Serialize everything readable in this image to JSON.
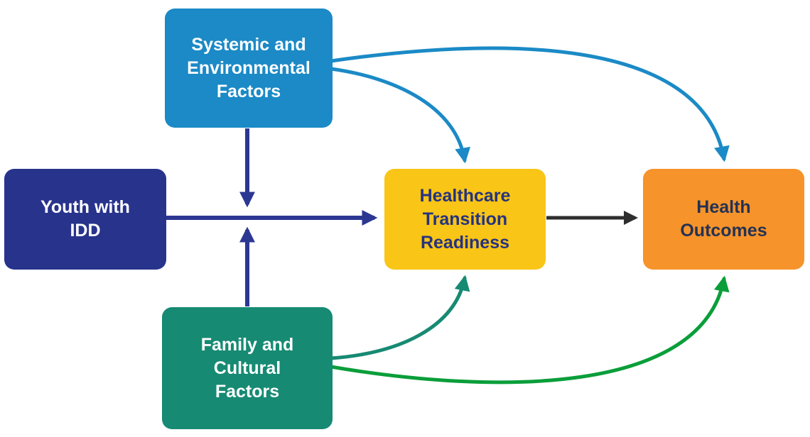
{
  "diagram": {
    "background": "#ffffff",
    "nodes": {
      "systemic": {
        "label": "Systemic and Environmental Factors",
        "lines": [
          "Systemic and",
          "Environmental",
          "Factors"
        ],
        "fill": "#1b8ac6",
        "text_color": "#ffffff"
      },
      "youth": {
        "label": "Youth with IDD",
        "lines": [
          "Youth with",
          "IDD"
        ],
        "fill": "#28338c",
        "text_color": "#ffffff"
      },
      "family": {
        "label": "Family and Cultural Factors",
        "lines": [
          "Family and",
          "Cultural",
          "Factors"
        ],
        "fill": "#178a73",
        "text_color": "#ffffff"
      },
      "readiness": {
        "label": "Healthcare Transition Readiness",
        "lines": [
          "Healthcare",
          "Transition",
          "Readiness"
        ],
        "fill": "#f9c516",
        "text_color": "#26337f"
      },
      "outcomes": {
        "label": "Health Outcomes",
        "lines": [
          "Health",
          "Outcomes"
        ],
        "fill": "#f6932a",
        "text_color": "#243253"
      }
    },
    "edges": [
      {
        "id": "systemic-to-main-path",
        "from": "systemic",
        "to": "youth-to-readiness-path",
        "color": "#2c3792",
        "style": "straight-arrow-down"
      },
      {
        "id": "family-to-main-path",
        "from": "family",
        "to": "youth-to-readiness-path",
        "color": "#2c3792",
        "style": "straight-arrow-up"
      },
      {
        "id": "youth-to-readiness",
        "from": "youth",
        "to": "readiness",
        "color": "#2c3792",
        "style": "straight-arrow-right"
      },
      {
        "id": "readiness-to-outcomes",
        "from": "readiness",
        "to": "outcomes",
        "color": "#2e2e2e",
        "style": "straight-arrow-right"
      },
      {
        "id": "systemic-to-readiness",
        "from": "systemic",
        "to": "readiness",
        "color": "#1b8ac6",
        "style": "curved-arrow"
      },
      {
        "id": "systemic-to-outcomes",
        "from": "systemic",
        "to": "outcomes",
        "color": "#1b8ac6",
        "style": "curved-arrow"
      },
      {
        "id": "family-to-readiness",
        "from": "family",
        "to": "readiness",
        "color": "#178a73",
        "style": "curved-arrow"
      },
      {
        "id": "family-to-outcomes",
        "from": "family",
        "to": "outcomes",
        "color": "#0a9e3a",
        "style": "curved-arrow"
      }
    ]
  }
}
